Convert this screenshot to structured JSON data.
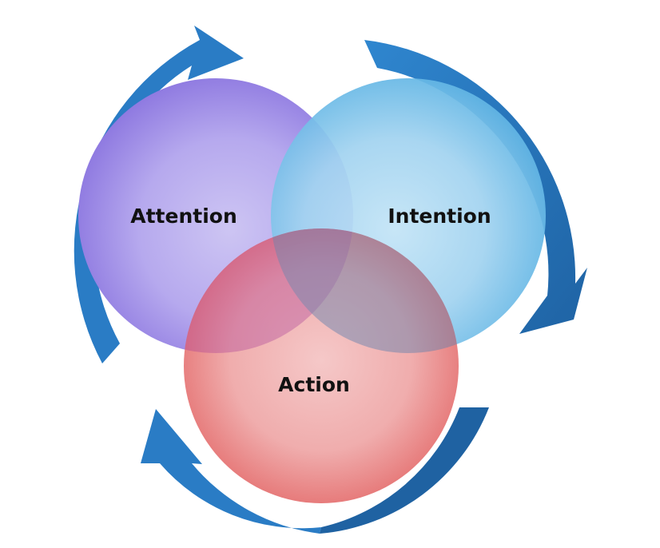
{
  "diagram": {
    "type": "venn-cycle",
    "circles": [
      {
        "id": "attention",
        "label": "Attention",
        "color": "#8f7de0",
        "highlight": "#c9c0f2"
      },
      {
        "id": "intention",
        "label": "Intention",
        "color": "#5cb3e4",
        "highlight": "#bfe2f5"
      },
      {
        "id": "action",
        "label": "Action",
        "color": "#e15a5a",
        "highlight": "#f4bcbc"
      }
    ],
    "cycle_arrows": {
      "count": 4,
      "direction": "clockwise",
      "color": "#2a7dc6",
      "dark_color": "#1f5f9e"
    }
  }
}
